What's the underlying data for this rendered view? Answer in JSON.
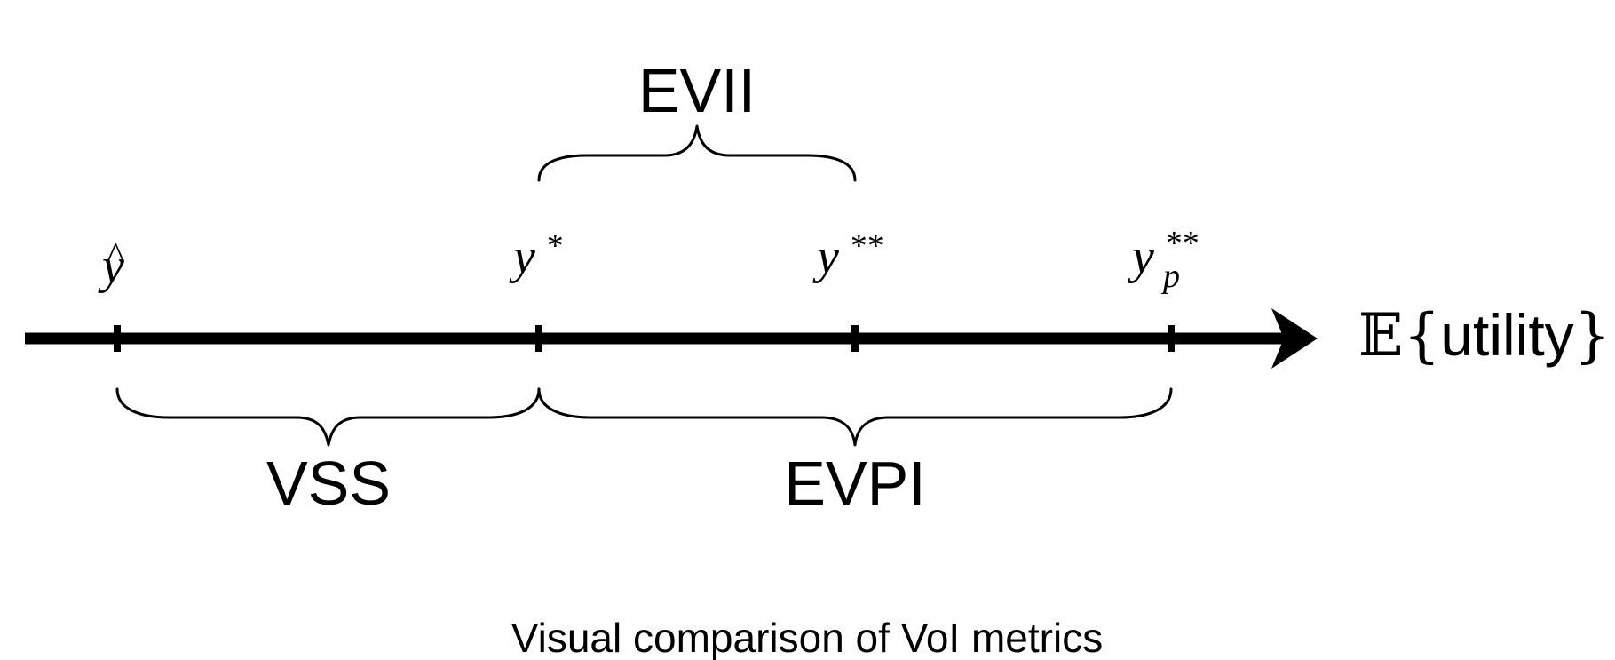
{
  "axis": {
    "label_prefix": "𝔼",
    "label_open": "{",
    "label_word": "utility",
    "label_close": "}"
  },
  "ticks": [
    {
      "base": "y",
      "accent": "^",
      "superscript": "",
      "subscript": ""
    },
    {
      "base": "y",
      "accent": "",
      "superscript": "*",
      "subscript": ""
    },
    {
      "base": "y",
      "accent": "",
      "superscript": "**",
      "subscript": ""
    },
    {
      "base": "y",
      "accent": "",
      "superscript": "**",
      "subscript": "p"
    }
  ],
  "metrics": {
    "evii": "EVII",
    "vss": "VSS",
    "evpi": "EVPI"
  },
  "caption": "Visual comparison of VoI metrics"
}
